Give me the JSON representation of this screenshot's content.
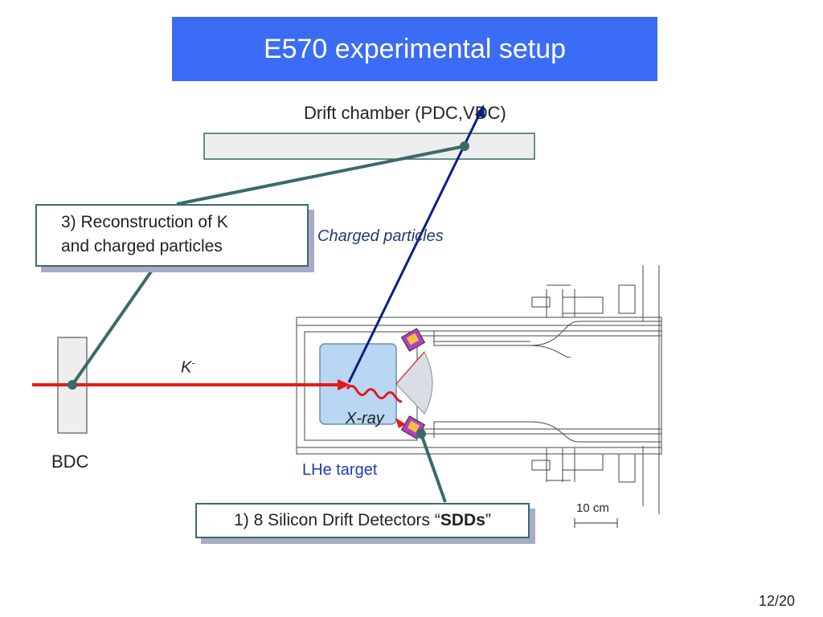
{
  "slide": {
    "title": "E570 experimental setup",
    "page_number": "12/20"
  },
  "labels": {
    "drift_chamber": "Drift chamber (PDC,VDC)",
    "charged_particles": "Charged particles",
    "kaon_base": "K",
    "kaon_sup": "-",
    "xray": "X-ray",
    "bdc": "BDC",
    "lhe_target": "LHe target",
    "scale_bar": "10 cm"
  },
  "callouts": {
    "reconstruction_line1": "3) Reconstruction of K",
    "reconstruction_line2": "and charged particles",
    "sdd_prefix": "1) 8 Silicon Drift Detectors “",
    "sdd_bold": "SDDs",
    "sdd_suffix": "”"
  },
  "colors": {
    "banner": "#3b6cf5",
    "kaon_beam": "#e41b1b",
    "charged_track": "#0a1e8a",
    "connector": "#3a6a6a",
    "target": "#b9d6f2"
  }
}
